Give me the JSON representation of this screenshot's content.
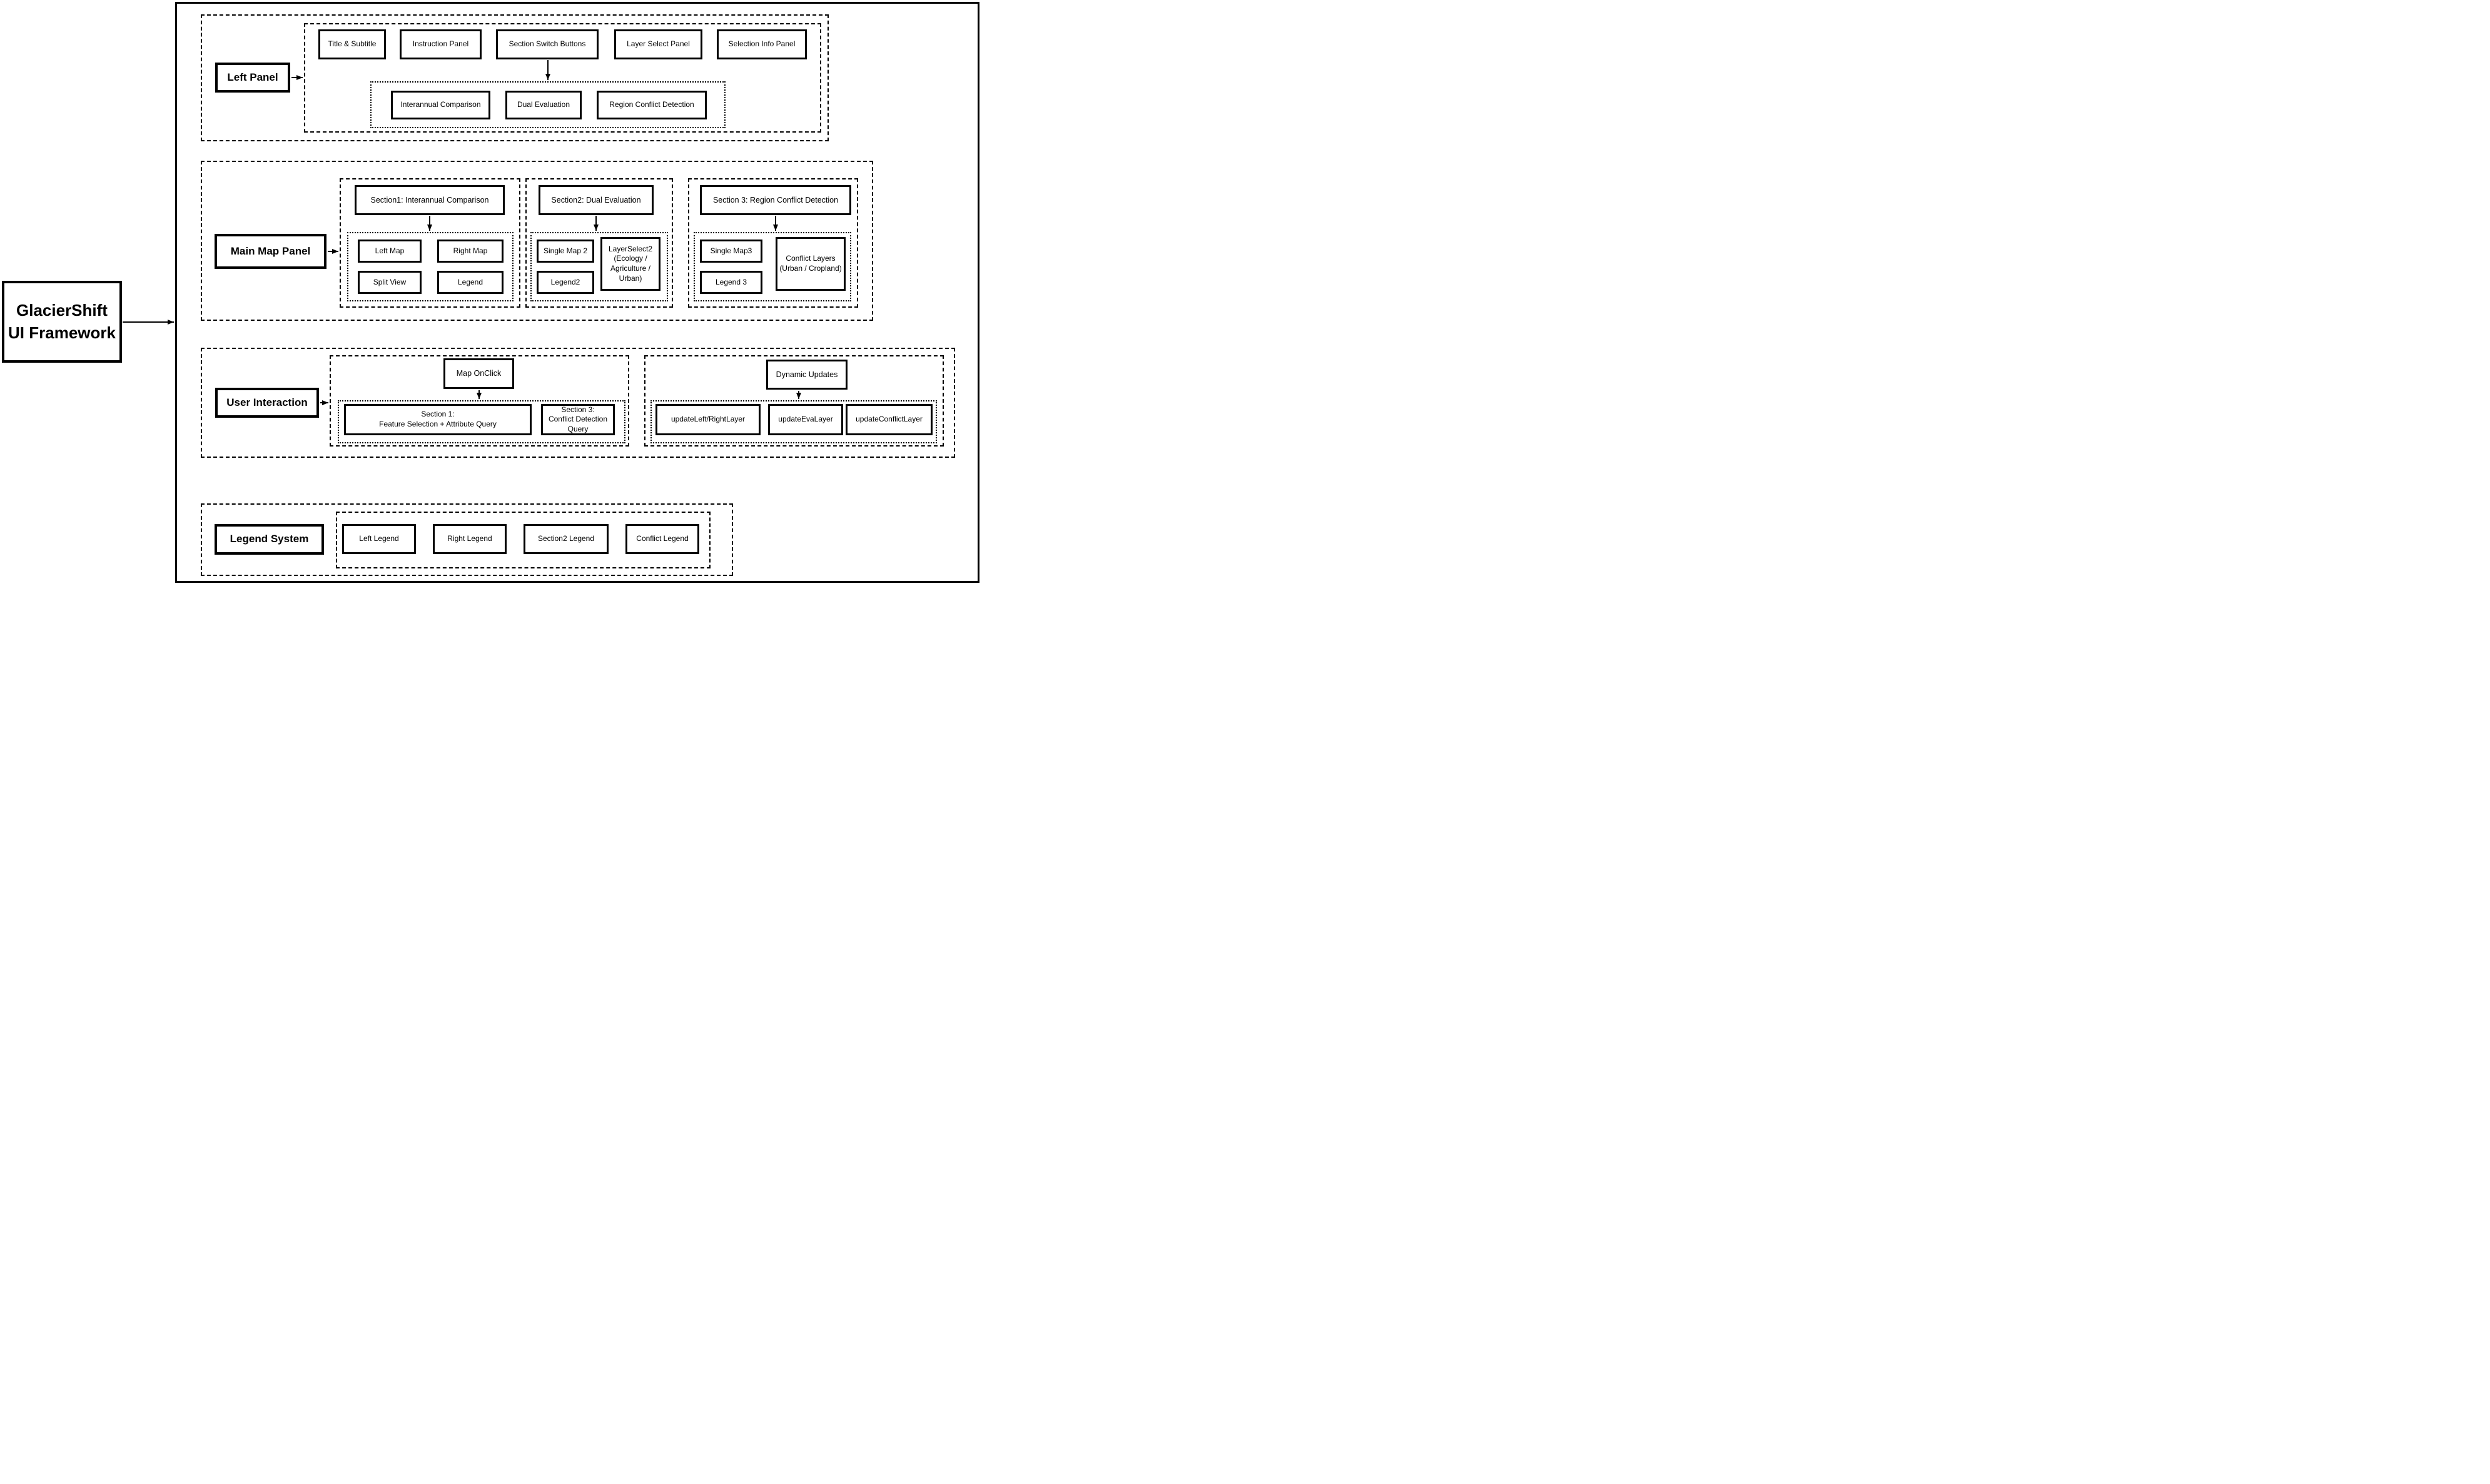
{
  "framework": {
    "label": "GlacierShift\nUI Framework"
  },
  "left_panel": {
    "label": "Left Panel",
    "components": [
      "Title & Subtitle",
      "Instruction Panel",
      "Section Switch Buttons",
      "Layer Select Panel",
      "Selection Info Panel"
    ],
    "switch_sections": [
      "Interannual Comparison",
      "Dual Evaluation",
      "Region Conflict Detection"
    ]
  },
  "main_map_panel": {
    "label": "Main Map Panel",
    "section1": {
      "title": "Section1: Interannual Comparison",
      "items": [
        "Left Map",
        "Right Map",
        "Split View",
        "Legend"
      ]
    },
    "section2": {
      "title": "Section2: Dual Evaluation",
      "items": [
        "Single Map 2",
        "Legend2",
        "LayerSelect2 (Ecology / Agriculture / Urban)"
      ]
    },
    "section3": {
      "title": "Section 3: Region Conflict Detection",
      "items": [
        "Single Map3",
        "Legend 3",
        "Conflict Layers (Urban / Cropland)"
      ]
    }
  },
  "user_interaction": {
    "label": "User Interaction",
    "map_onclick": {
      "title": "Map OnClick",
      "items": [
        "Section 1:\nFeature Selection + Attribute Query",
        "Section 3:\nConflict Detection Query"
      ]
    },
    "dynamic_updates": {
      "title": "Dynamic Updates",
      "items": [
        "updateLeft/RightLayer",
        "updateEvaLayer",
        "updateConflictLayer"
      ]
    }
  },
  "legend_system": {
    "label": "Legend System",
    "items": [
      "Left Legend",
      "Right Legend",
      "Section2 Legend",
      "Conflict Legend"
    ]
  },
  "colors": {
    "ink": "#000000",
    "background": "#ffffff"
  }
}
